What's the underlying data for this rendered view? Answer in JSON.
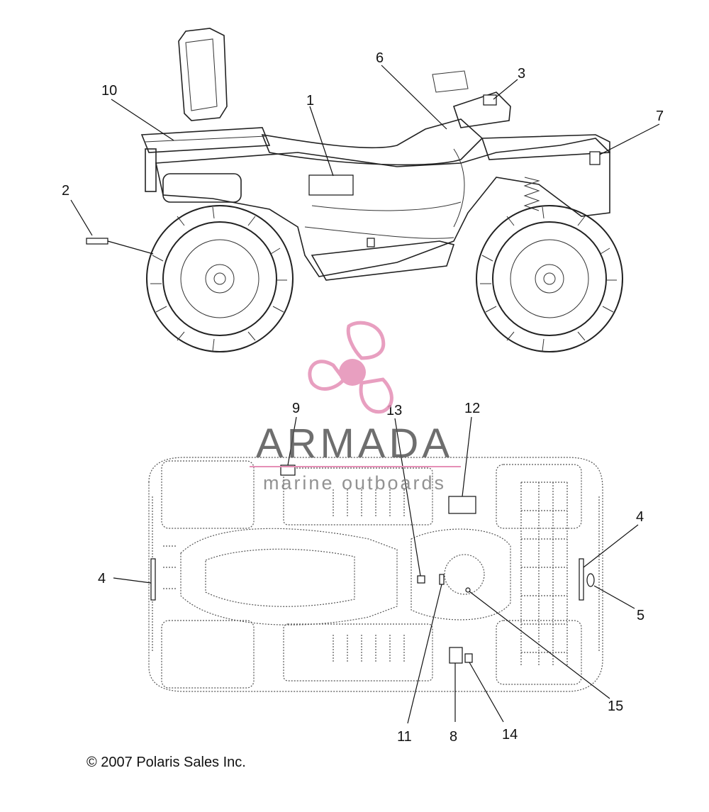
{
  "callouts": {
    "c1": "1",
    "c2": "2",
    "c3": "3",
    "c4a": "4",
    "c4b": "4",
    "c5": "5",
    "c6": "6",
    "c7": "7",
    "c8": "8",
    "c9": "9",
    "c10": "10",
    "c11": "11",
    "c12": "12",
    "c13": "13",
    "c14": "14",
    "c15": "15"
  },
  "watermark": {
    "brand": "ARMADA",
    "tagline": "marine outboards",
    "colors": {
      "logo_pink": "#e9a6c6",
      "logo_pink_dark": "#e58fb6",
      "text_gray": "#666666"
    }
  },
  "copyright": "© 2007 Polaris Sales Inc."
}
